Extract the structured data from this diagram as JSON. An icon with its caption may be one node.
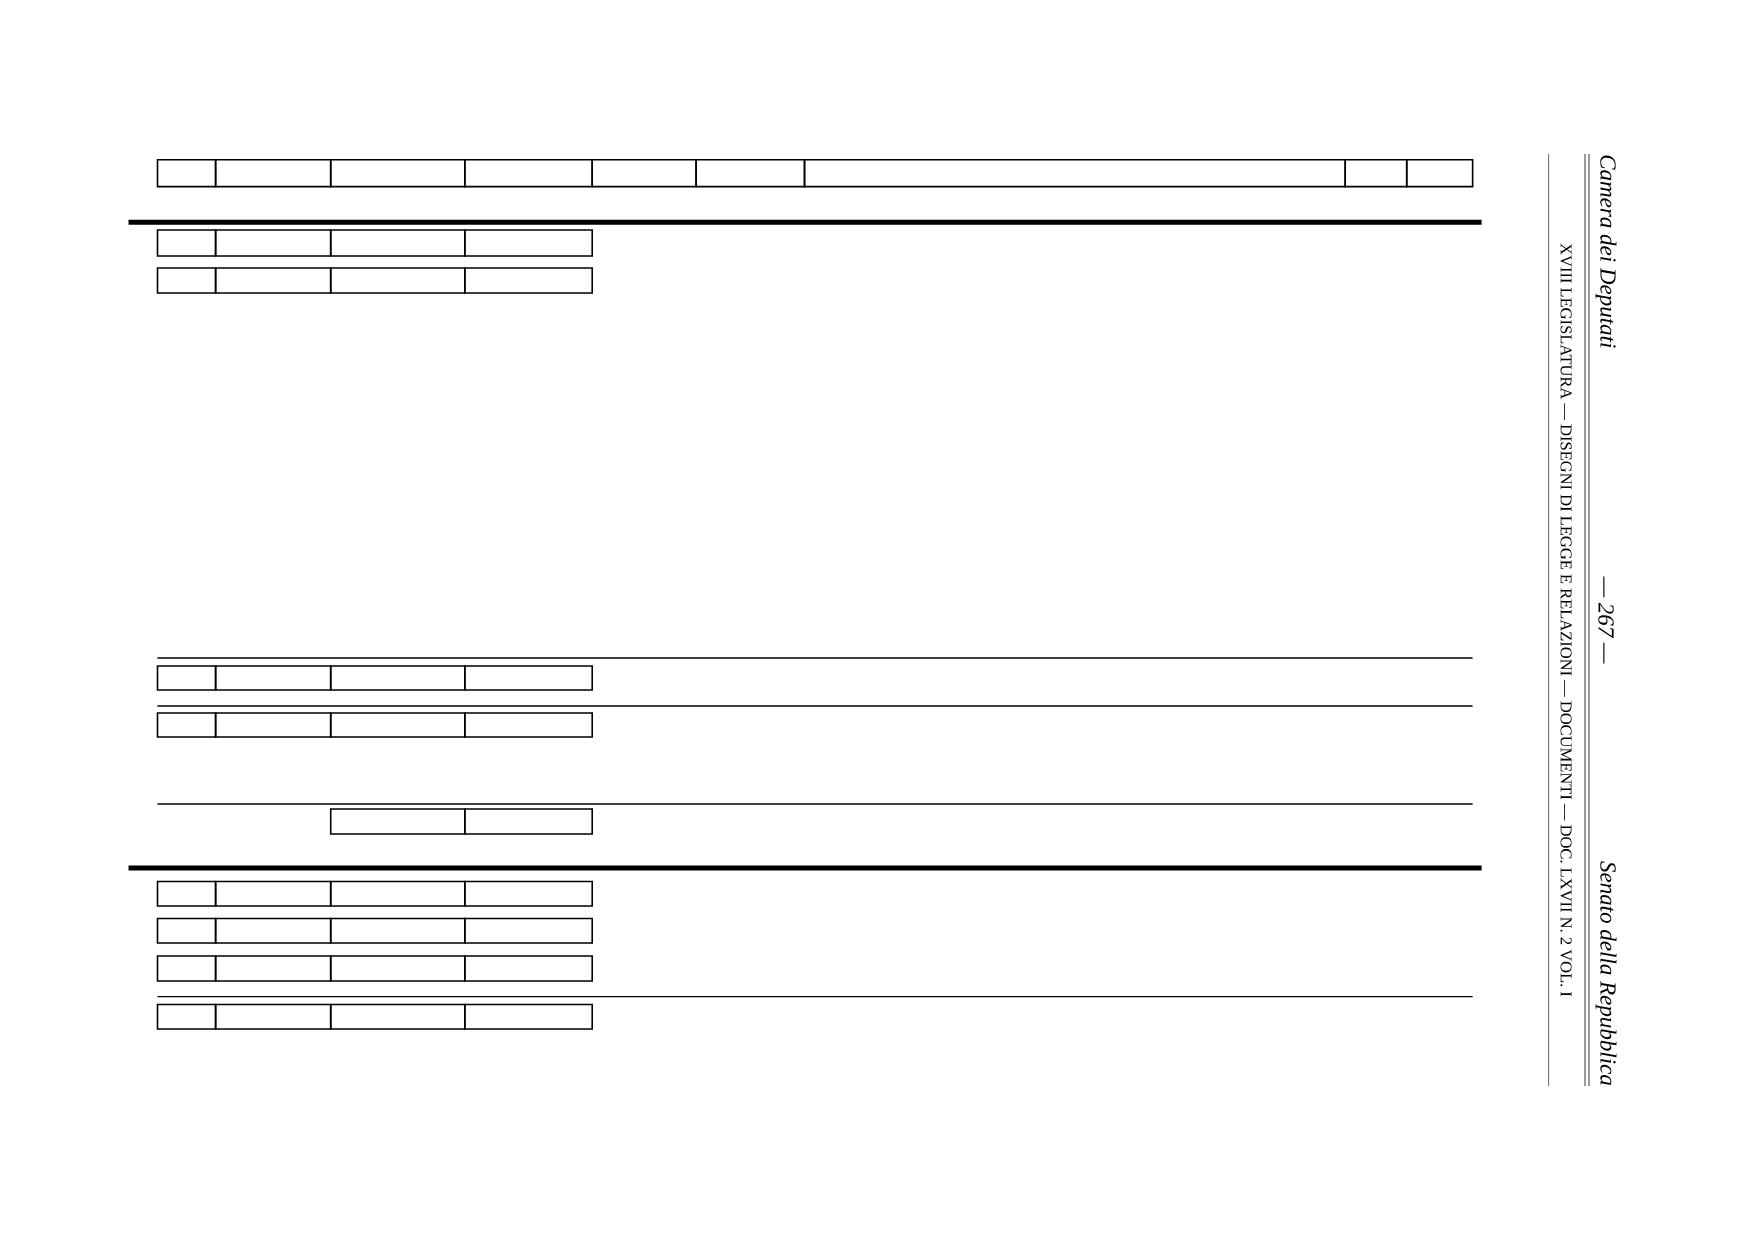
{
  "diagram": {
    "labels": [
      "Camera dei Deputati",
      "— 267 —",
      "Senato della Repubblica",
      "XVIII LEGISLATURA — DISEGNI DI LEGGE E RELAZIONI — DOCUMENTI — DOC. LXVII N. 2 VOL. I"
    ]
  }
}
